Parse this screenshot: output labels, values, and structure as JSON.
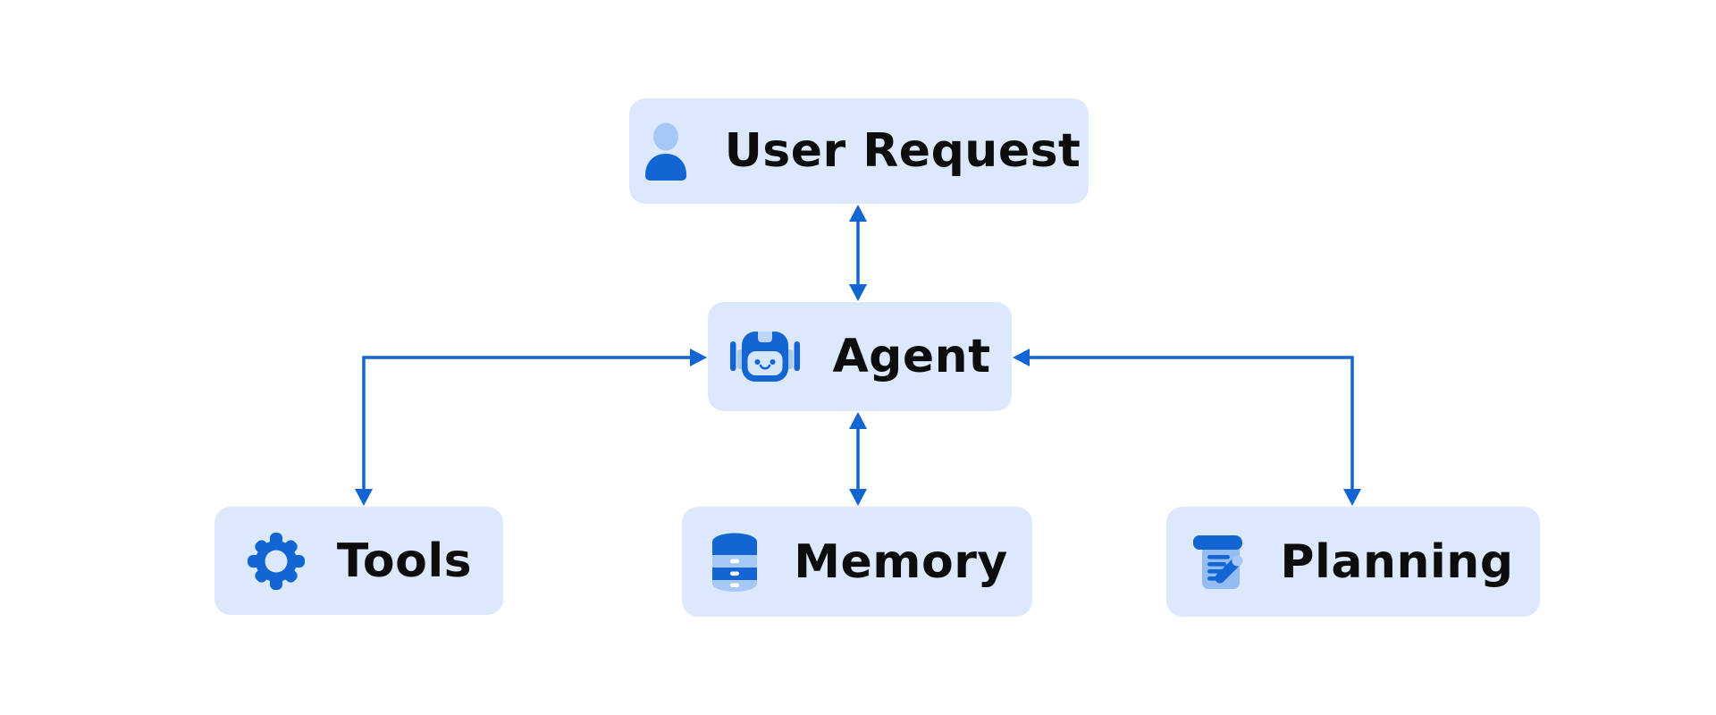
{
  "diagram": {
    "title": "Agent architecture diagram",
    "nodes": {
      "user_request": {
        "label": "User Request",
        "icon": "user-icon"
      },
      "agent": {
        "label": "Agent",
        "icon": "robot-icon"
      },
      "tools": {
        "label": "Tools",
        "icon": "gear-icon"
      },
      "memory": {
        "label": "Memory",
        "icon": "database-icon"
      },
      "planning": {
        "label": "Planning",
        "icon": "document-pen-icon"
      }
    },
    "edges": [
      {
        "from": "User Request",
        "to": "Agent",
        "direction": "bidirectional",
        "style": "straight-vertical"
      },
      {
        "from": "Agent",
        "to": "Memory",
        "direction": "bidirectional",
        "style": "straight-vertical"
      },
      {
        "from": "Agent",
        "to": "Tools",
        "direction": "bidirectional",
        "style": "elbow"
      },
      {
        "from": "Agent",
        "to": "Planning",
        "direction": "bidirectional",
        "style": "elbow"
      }
    ],
    "colors": {
      "canvas_background": "#ffffff",
      "node_background": "#dce8fc",
      "primary_blue": "#1365d4",
      "light_blue": "#a6c8f7",
      "pale_blue": "#d6e6fc",
      "page_blue": "#93bcf2",
      "label_text": "#0d0d0d"
    }
  }
}
